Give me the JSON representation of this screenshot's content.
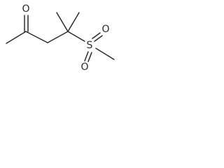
{
  "molecule": {
    "atoms": {
      "carbonyl_oxygen": "O",
      "sulfur": "S",
      "sulfonyl_oxygen_top": "O",
      "sulfonyl_oxygen_bottom": "O"
    },
    "colors": {
      "bond": "#2b2b2b",
      "label": "#2b2b2b",
      "background": "#ffffff"
    }
  }
}
